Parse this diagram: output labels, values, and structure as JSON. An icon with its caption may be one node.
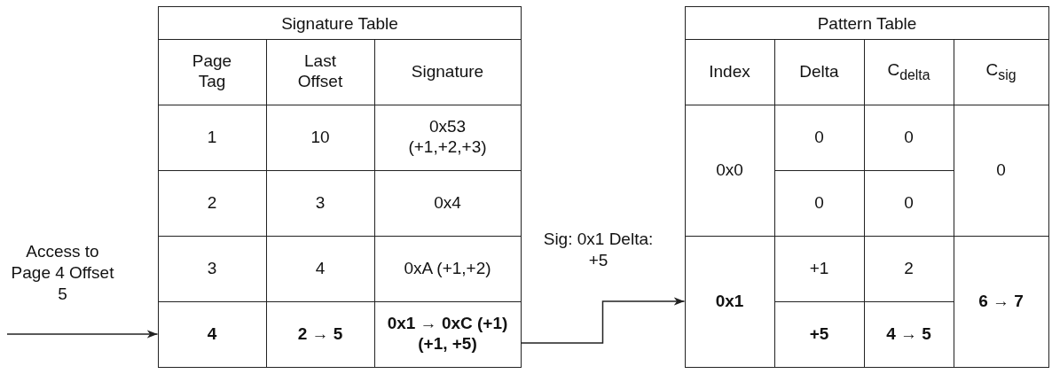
{
  "diagram": {
    "nodes": [
      {
        "text": [
          "Signature Table"
        ]
      },
      {
        "text": [
          "Page Tag"
        ],
        "in": 0
      },
      {
        "text": [
          "Last Offset"
        ],
        "in": 0
      },
      {
        "text": [
          "Signature"
        ],
        "in": 0
      },
      {
        "text": [
          "1"
        ],
        "in": 0
      },
      {
        "text": [
          "10"
        ],
        "in": 0
      },
      {
        "text": [
          "0x53 (+1,+2,+3)"
        ],
        "in": 0
      },
      {
        "text": [
          "2"
        ],
        "in": 0
      },
      {
        "text": [
          "3"
        ],
        "in": 0
      },
      {
        "text": [
          "0x4"
        ],
        "in": 0
      },
      {
        "text": [
          "3"
        ],
        "in": 0
      },
      {
        "text": [
          "4"
        ],
        "in": 0
      },
      {
        "text": [
          "0xA (+1,+2)"
        ],
        "in": 0
      },
      {
        "text": [
          "4"
        ],
        "in": 0
      },
      {
        "text": [
          "2 → 5"
        ],
        "in": 0
      },
      {
        "text": [
          "0x1 → 0xC (+1) (+1, +5)"
        ],
        "in": 0
      },
      {
        "text": [
          "Pattern Table"
        ]
      },
      {
        "text": [
          "Index"
        ],
        "in": 16
      },
      {
        "text": [
          "Delta"
        ],
        "in": 16
      },
      {
        "text": [
          "C$_{delta}$"
        ],
        "in": 16
      },
      {
        "text": [
          "C$_{sig}$"
        ],
        "in": 16
      },
      {
        "text": [
          "0x0"
        ],
        "in": 16
      },
      {
        "text": [
          "0"
        ],
        "in": 16
      },
      {
        "text": [
          "0"
        ],
        "in": 16
      },
      {
        "text": [
          "0"
        ],
        "in": 16
      },
      {
        "text": [
          "0"
        ],
        "in": 16
      },
      {
        "text": [
          "0"
        ],
        "in": 16
      },
      {
        "text": [
          "0x1"
        ],
        "in": 16
      },
      {
        "text": [
          "+1"
        ],
        "in": 16
      },
      {
        "text": [
          "2"
        ],
        "in": 16
      },
      {
        "text": [
          "6 → 7"
        ],
        "in": 16
      },
      {
        "text": [
          "+5"
        ],
        "in": 16
      },
      {
        "text": [
          "4 → 5"
        ],
        "in": 16
      }
    ],
    "edges": [
      {
        "from": null,
        "to": 13,
        "arrow": "to",
        "label": "Access to Page 4 Offset 5"
      },
      {
        "from": 15,
        "to": 27,
        "arrow": "to",
        "label": "Sig: 0x1 Delta: +5"
      }
    ]
  }
}
